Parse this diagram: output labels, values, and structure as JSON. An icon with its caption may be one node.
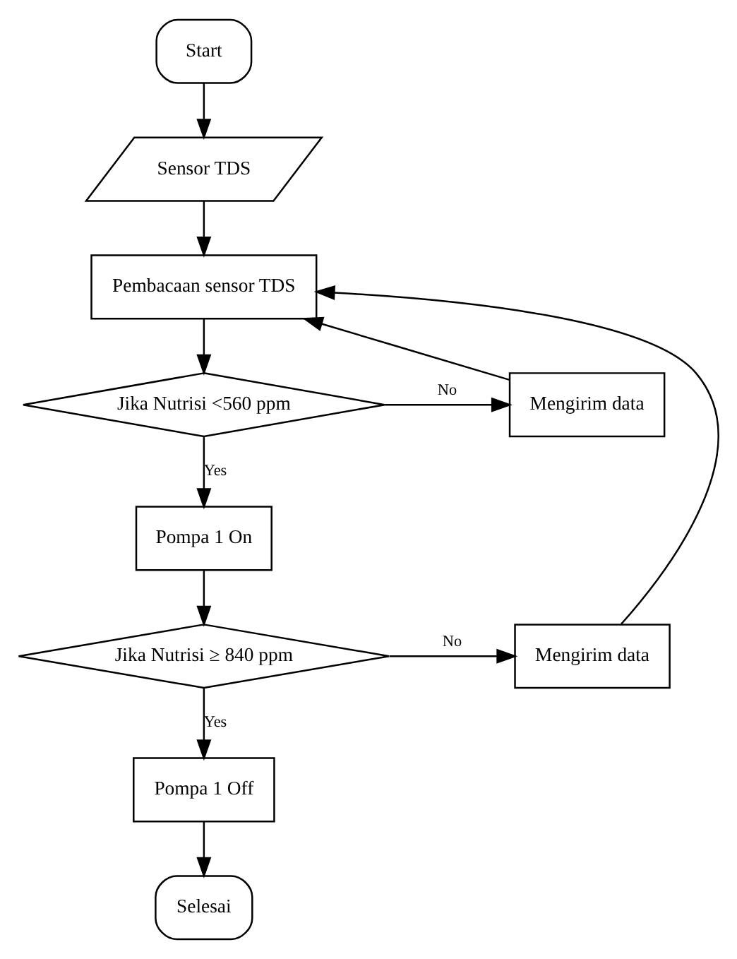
{
  "diagram": {
    "nodes": [
      {
        "text": [
          "Start"
        ]
      },
      {
        "text": [
          "Sensor TDS"
        ]
      },
      {
        "text": [
          "Pembacaan sensor TDS"
        ]
      },
      {
        "text": [
          "Jika Nutrisi <560 ppm"
        ]
      },
      {
        "text": [
          "Mengirim data"
        ]
      },
      {
        "text": [
          "Pompa 1 On"
        ]
      },
      {
        "text": [
          "Jika Nutrisi ≥ 840 ppm"
        ]
      },
      {
        "text": [
          "Mengirim data"
        ]
      },
      {
        "text": [
          "Pompa 1 Off"
        ]
      },
      {
        "text": [
          "Selesai"
        ]
      }
    ],
    "edges": [
      {
        "from": 0,
        "to": 1,
        "arrow": "to"
      },
      {
        "from": 1,
        "to": 2,
        "arrow": "to"
      },
      {
        "from": 2,
        "to": 3,
        "arrow": "to"
      },
      {
        "from": 3,
        "to": 4,
        "arrow": "to",
        "label": "No"
      },
      {
        "from": 4,
        "to": 2,
        "arrow": "to"
      },
      {
        "from": 3,
        "to": 5,
        "arrow": "to",
        "label": "Yes"
      },
      {
        "from": 5,
        "to": 6,
        "arrow": "to"
      },
      {
        "from": 6,
        "to": 7,
        "arrow": "to",
        "label": "No"
      },
      {
        "from": 7,
        "to": 2,
        "arrow": "to"
      },
      {
        "from": 6,
        "to": 8,
        "arrow": "to",
        "label": "Yes"
      },
      {
        "from": 8,
        "to": 9,
        "arrow": "to"
      }
    ]
  }
}
